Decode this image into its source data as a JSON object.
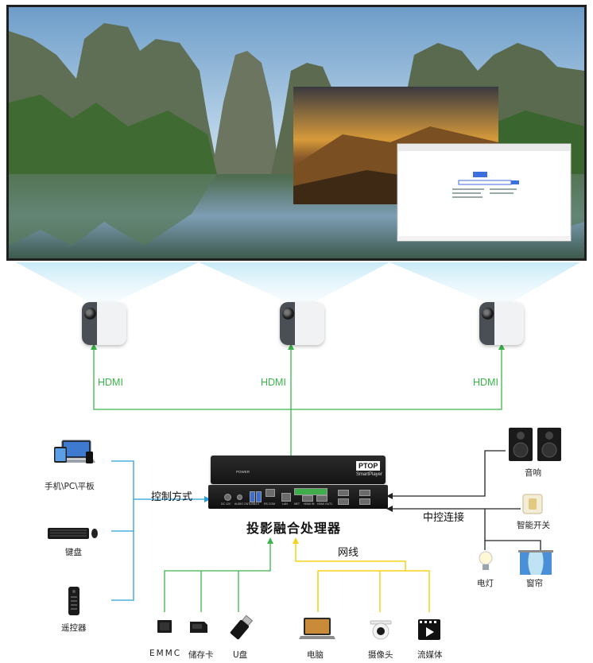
{
  "projectors": [
    {
      "name": "projector-left",
      "link_label": "HDMI"
    },
    {
      "name": "projector-center",
      "link_label": "HDMI"
    },
    {
      "name": "projector-right",
      "link_label": "HDMI"
    }
  ],
  "processor": {
    "title": "投影融合处理器",
    "brand": "PTOP",
    "brand_sub": "SmartPlayer",
    "power_label": "POWER",
    "port_labels": {
      "dc": "DC 12V",
      "audio": "AUDIO OUT",
      "usb": "USB3.0",
      "rs": "RS COM",
      "lan": "LAN",
      "net": "NET",
      "hdmi_in": "HDMI IN",
      "hdmi_out": "HDMI OUT1"
    }
  },
  "control": {
    "label": "控制方式",
    "devices": [
      {
        "label": "手机\\PC\\平板"
      },
      {
        "label": "键盘"
      },
      {
        "label": "遥控器"
      }
    ]
  },
  "central_control": {
    "label": "中控连接",
    "devices": [
      {
        "label": "音响"
      },
      {
        "label": "智能开关"
      },
      {
        "label": "电灯"
      },
      {
        "label": "窗帘"
      }
    ]
  },
  "storage": {
    "devices": [
      {
        "label": "EMMC"
      },
      {
        "label": "储存卡"
      },
      {
        "label": "U盘"
      }
    ]
  },
  "network": {
    "label": "网线",
    "devices": [
      {
        "label": "电脑"
      },
      {
        "label": "摄像头"
      },
      {
        "label": "流媒体"
      }
    ]
  },
  "colors": {
    "hdmi_line": "#3bb54a",
    "control_line": "#2b9fd8",
    "central_line": "#222222",
    "storage_line": "#3bb54a",
    "network_line": "#f2d21b"
  }
}
